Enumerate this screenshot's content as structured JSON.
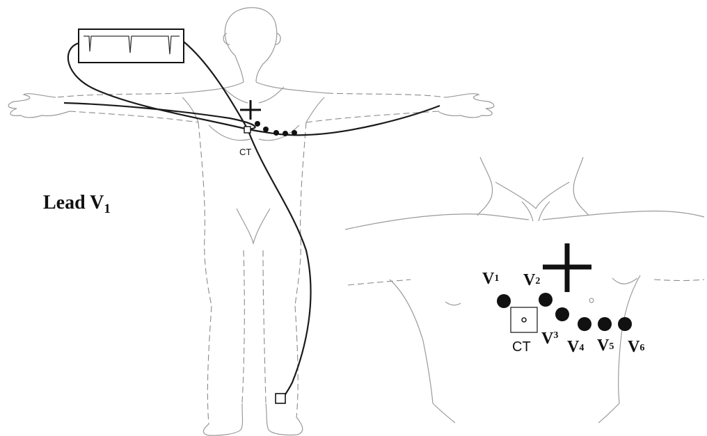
{
  "title": "Lead V",
  "title_subscript": "1",
  "ct_label_small": "CT",
  "ct_label_large": "CT",
  "electrodes": [
    {
      "letter": "V",
      "sub": "1"
    },
    {
      "letter": "V",
      "sub": "2"
    },
    {
      "letter": "V",
      "sub": "3"
    },
    {
      "letter": "V",
      "sub": "4"
    },
    {
      "letter": "V",
      "sub": "5"
    },
    {
      "letter": "V",
      "sub": "6"
    }
  ]
}
